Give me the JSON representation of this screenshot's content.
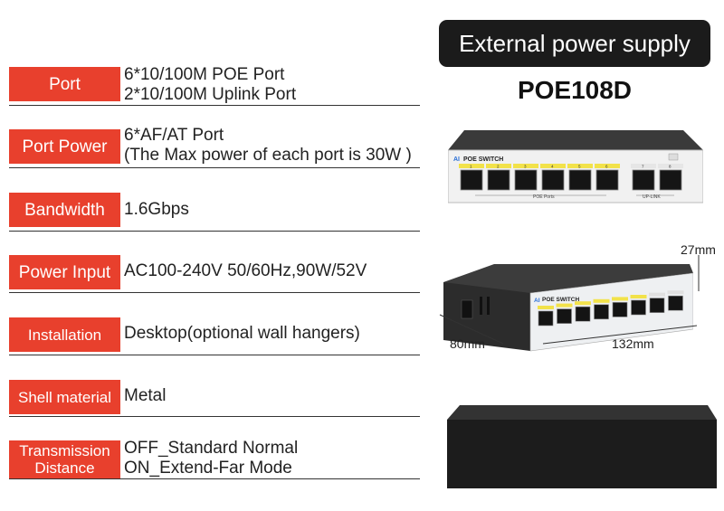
{
  "specs": [
    {
      "label": "Port",
      "lines": [
        "6*10/100M POE Port",
        "2*10/100M Uplink Port"
      ]
    },
    {
      "label": "Port Power",
      "lines": [
        "6*AF/AT Port",
        "(The Max power of each port is 30W )"
      ]
    },
    {
      "label": "Bandwidth",
      "lines": [
        "1.6Gbps"
      ]
    },
    {
      "label": "Power Input",
      "lines": [
        "AC100-240V 50/60Hz,90W/52V"
      ]
    },
    {
      "label": "Installation",
      "lines": [
        "Desktop(optional wall hangers)"
      ]
    },
    {
      "label": "Shell material",
      "lines": [
        "Metal"
      ]
    },
    {
      "label": "Transmission Distance",
      "label_lines": [
        "Transmission",
        "Distance"
      ],
      "lines": [
        "OFF_Standard Normal",
        "ON_Extend-Far Mode"
      ]
    }
  ],
  "product": {
    "banner": "External power supply",
    "model": "POE108D",
    "front_brand": "AI",
    "front_title": "POE SWITCH",
    "port_numbers": [
      "1",
      "2",
      "3",
      "4",
      "5",
      "6",
      "7",
      "8"
    ],
    "group_poe": "POE Ports",
    "group_uplink": "UP-LINK",
    "dims": {
      "height": "27mm",
      "depth": "80mm",
      "width": "132mm"
    }
  },
  "colors": {
    "label_bg": "#e8402d",
    "banner_bg": "#1b1b1b",
    "poe_port_yellow": "#f2e24a"
  }
}
